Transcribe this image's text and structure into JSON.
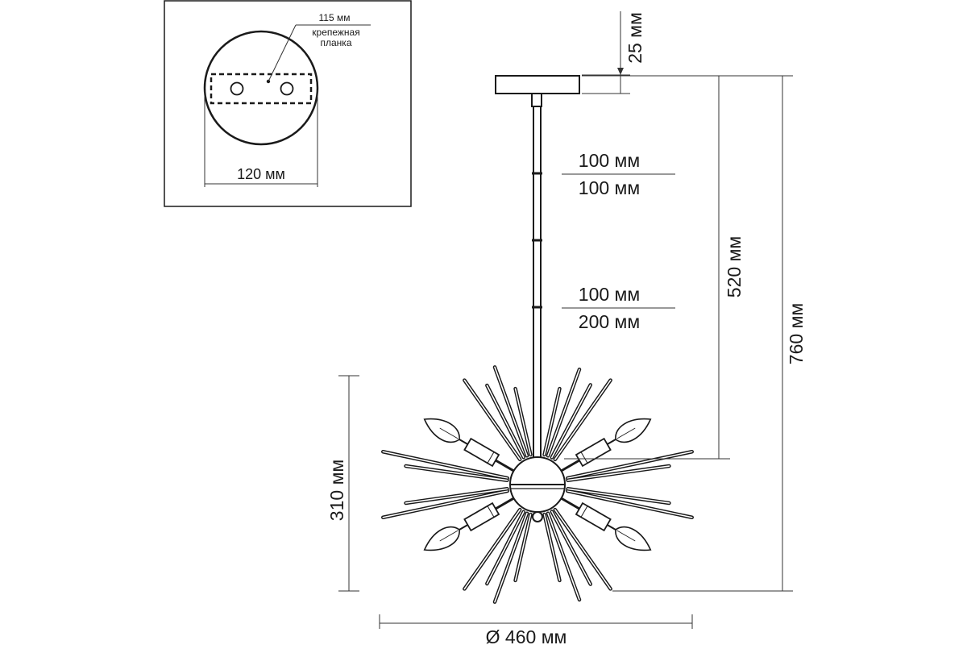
{
  "inset": {
    "mount_plate_width": "115 мм",
    "mount_plate_label_line1": "крепежная",
    "mount_plate_label_line2": "планка",
    "canopy_diameter": "120 мм"
  },
  "dimensions": {
    "canopy_height": "25 мм",
    "rod_segment_1_top": "100 мм",
    "rod_segment_1_bottom": "100 мм",
    "rod_segment_2_top": "100 мм",
    "rod_segment_2_bottom": "200 мм",
    "drop_length": "520 мм",
    "total_height": "760 мм",
    "fixture_height": "310 мм",
    "fixture_diameter": "Ø 460 мм"
  }
}
